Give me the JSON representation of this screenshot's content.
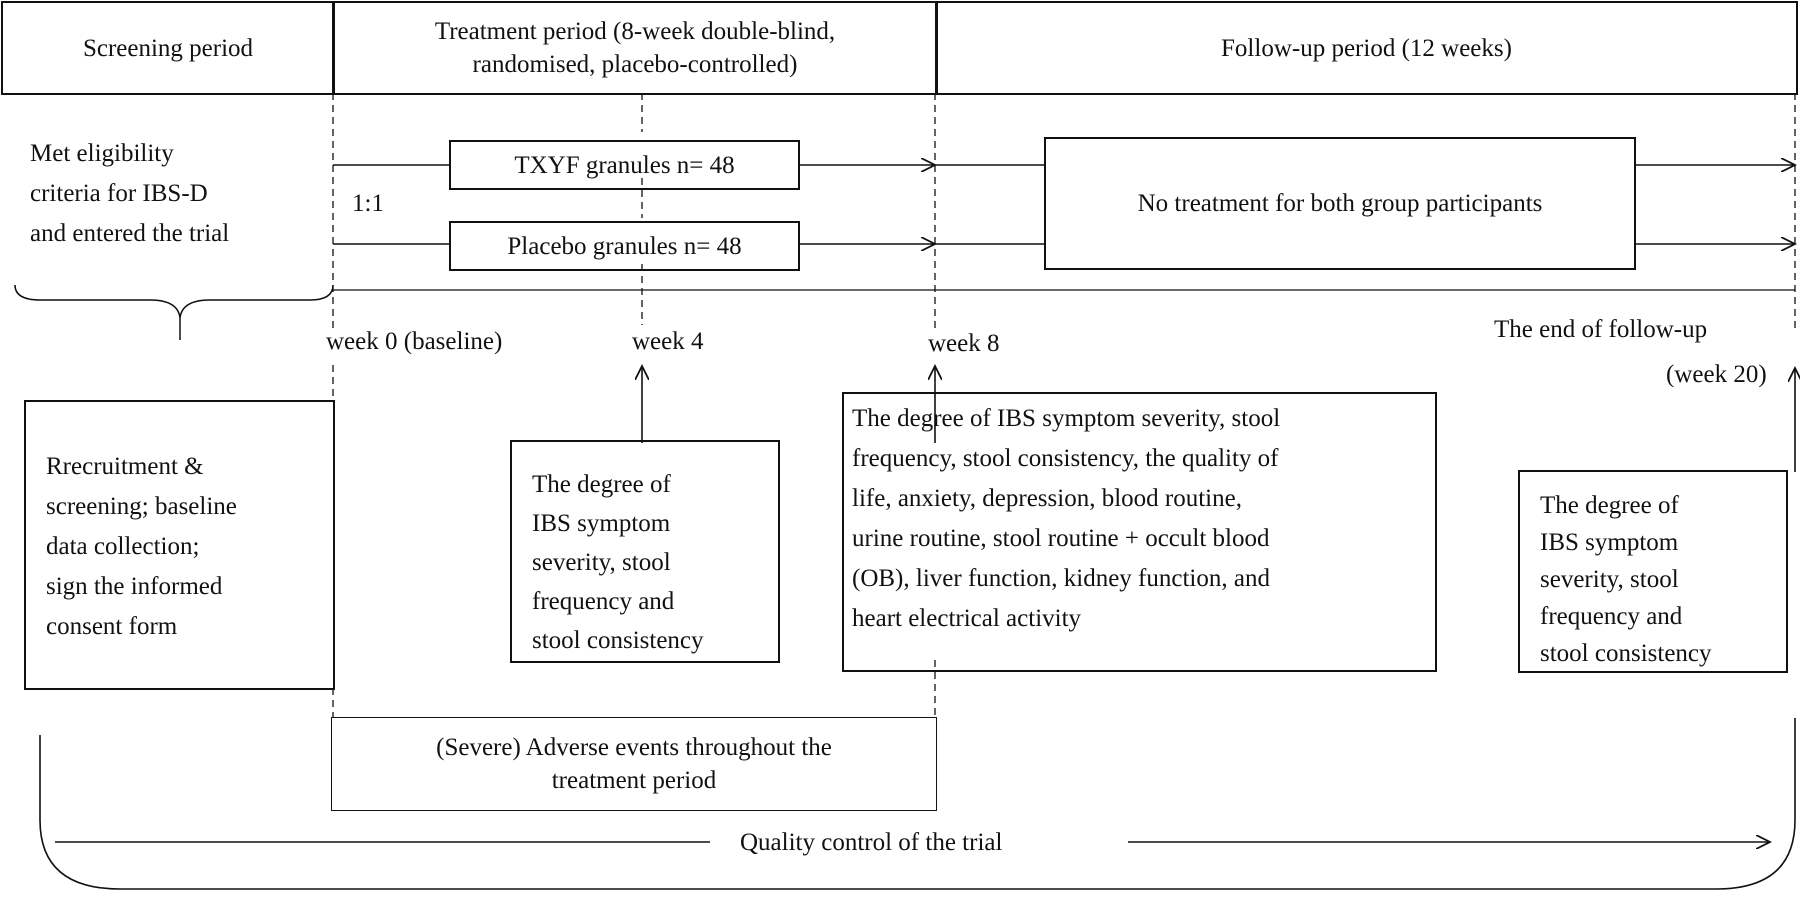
{
  "header": {
    "screening": "Screening period",
    "treatment_line1": "Treatment period (8-week double-blind,",
    "treatment_line2": "randomised, placebo-controlled)",
    "followup": "Follow-up period (12 weeks)"
  },
  "eligibility": {
    "line1": "Met eligibility",
    "line2": "criteria for IBS-D",
    "line3": "and entered the trial"
  },
  "ratio": "1:1",
  "arms": {
    "txyf": "TXYF granules n= 48",
    "placebo": "Placebo granules n= 48",
    "followup_box": "No treatment for both group participants"
  },
  "timepoints": {
    "week0": "week 0 (baseline)",
    "week4": "week 4",
    "week8": "week 8",
    "end_line1": "The end of follow-up",
    "end_line2": "(week 20)"
  },
  "assessments": {
    "screening": "Rrecruitment &\nscreening; baseline\ndata collection;\nsign the informed\nconsent form",
    "week4": "The degree of\nIBS symptom\nseverity, stool\nfrequency and\nstool consistency",
    "week8": "The degree of IBS symptom severity, stool\nfrequency, stool consistency, the quality of\nlife, anxiety, depression, blood routine,\nurine routine, stool routine + occult blood\n(OB), liver function, kidney function, and\nheart electrical activity",
    "week20": "The degree of\nIBS symptom\nseverity, stool\nfrequency and\nstool consistency"
  },
  "adverse_events": {
    "line1": "(Severe) Adverse events throughout the",
    "line2": "treatment period"
  },
  "quality_control": "Quality control of the trial"
}
